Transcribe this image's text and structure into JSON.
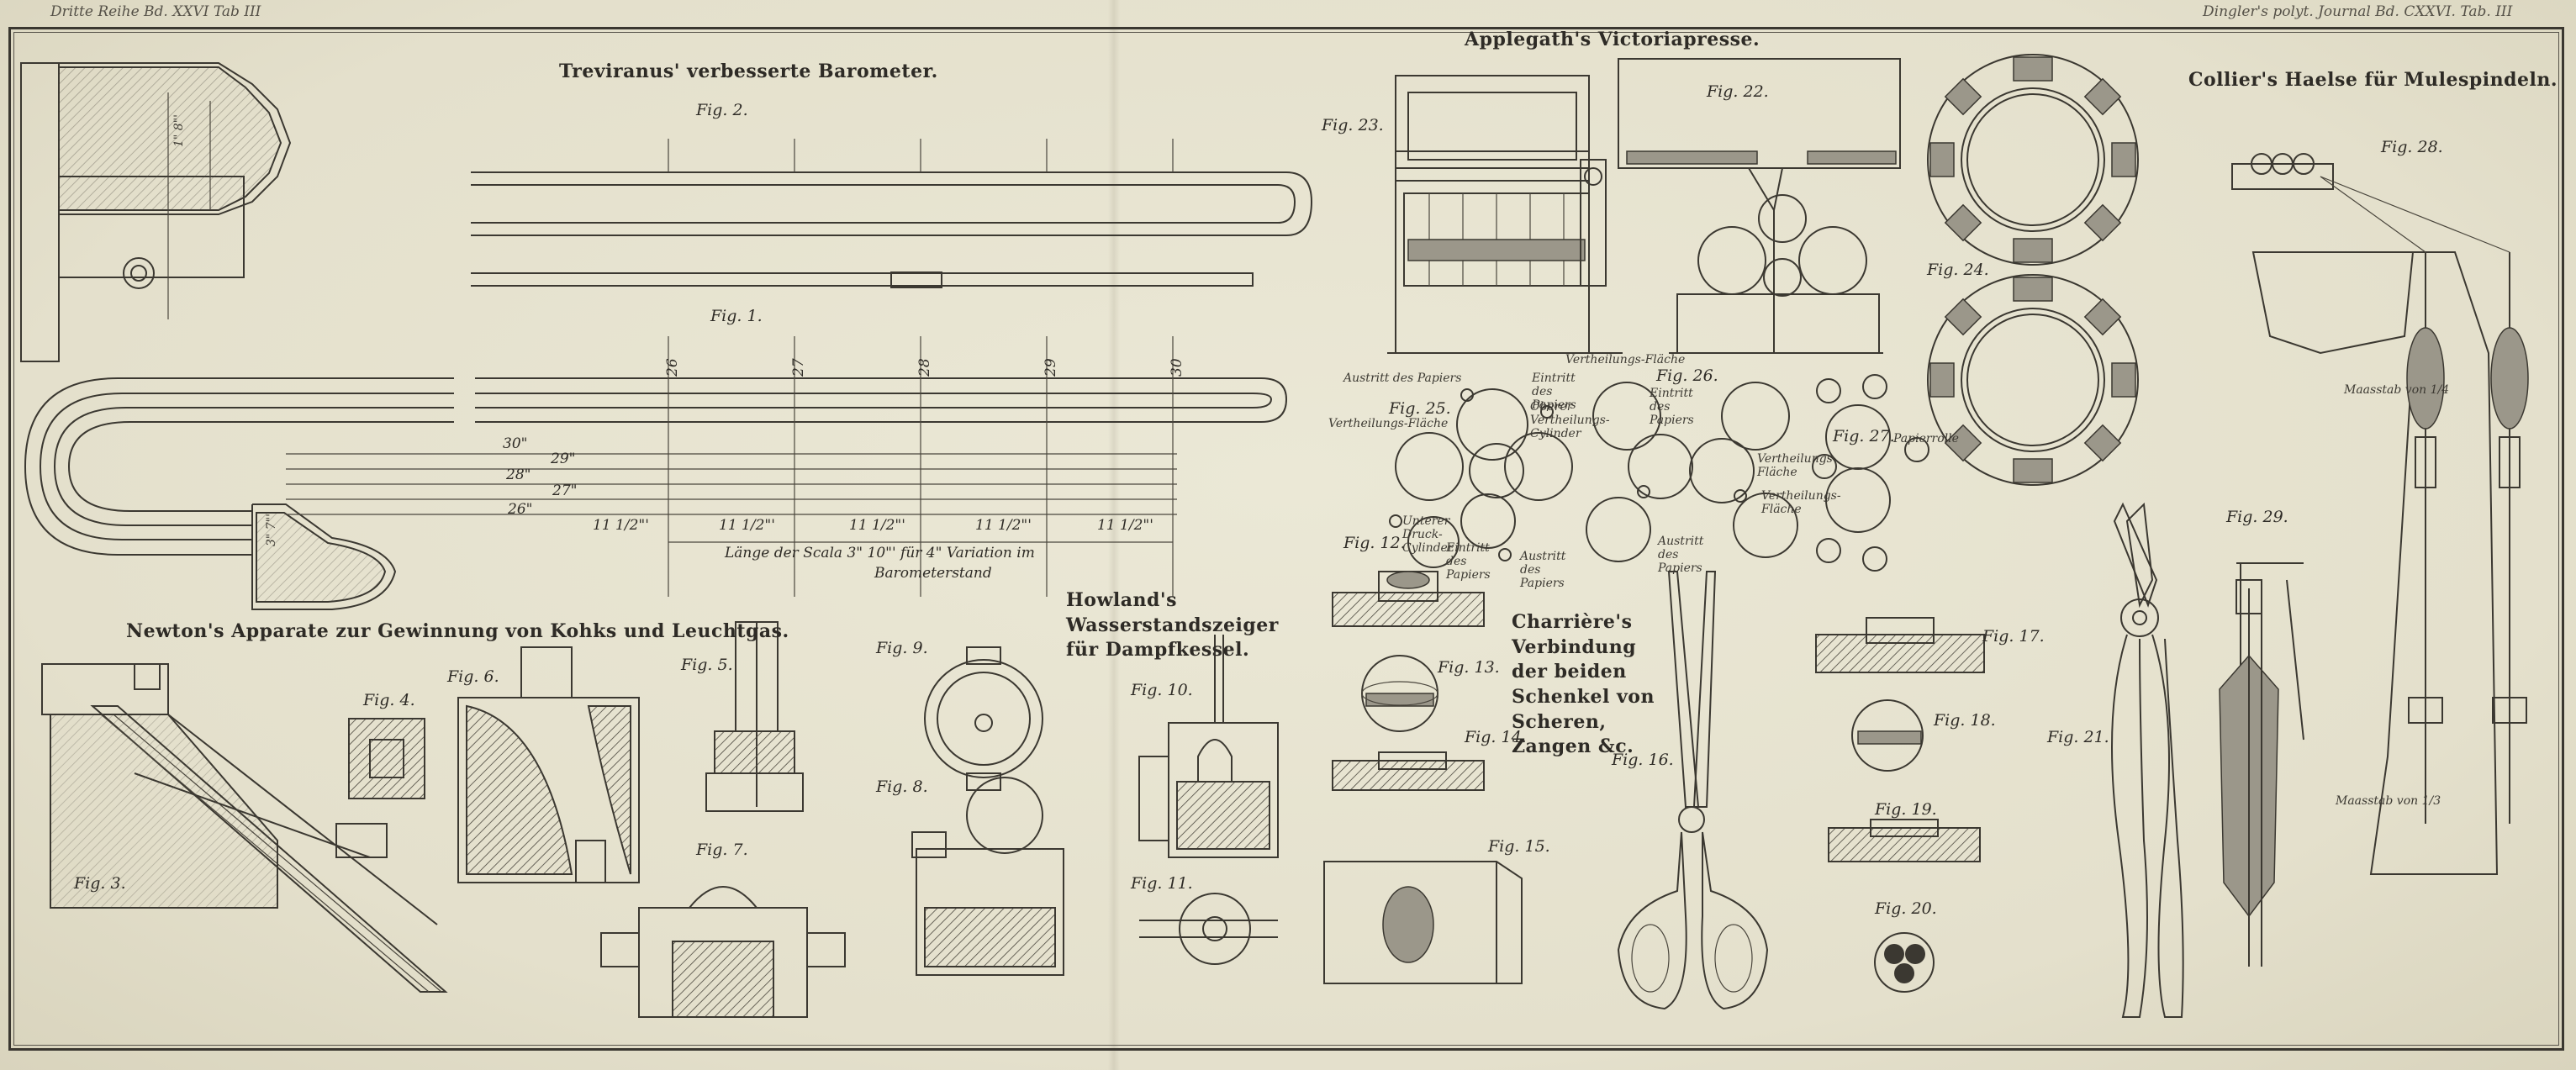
{
  "plate": {
    "header_left": "Dritte Reihe Bd. XXVI Tab III",
    "header_right": "Dingler's polyt. Journal Bd. CXXVI. Tab. III"
  },
  "titles": {
    "treviranus": "Treviranus' verbesserte Barometer.",
    "applegath": "Applegath's Victoriapresse.",
    "collier": "Collier's Haelse für Mulespindeln.",
    "newton": "Newton's Apparate zur Gewinnung von Kohks und Leuchtgas.",
    "howland": "Howland's Wasserstandszeiger für Dampfkessel.",
    "charriere": "Charrière's Verbindung der beiden Schenkel von Scheren, Zangen &c."
  },
  "figures": {
    "fig1": "Fig. 1.",
    "fig2": "Fig. 2.",
    "fig3": "Fig. 3.",
    "fig4": "Fig. 4.",
    "fig5": "Fig. 5.",
    "fig6": "Fig. 6.",
    "fig7": "Fig. 7.",
    "fig8": "Fig. 8.",
    "fig9": "Fig. 9.",
    "fig10": "Fig. 10.",
    "fig11": "Fig. 11.",
    "fig12": "Fig. 12.",
    "fig13": "Fig. 13.",
    "fig14": "Fig. 14.",
    "fig15": "Fig. 15.",
    "fig16": "Fig. 16.",
    "fig17": "Fig. 17.",
    "fig18": "Fig. 18.",
    "fig19": "Fig. 19.",
    "fig20": "Fig. 20.",
    "fig21": "Fig. 21.",
    "fig22": "Fig. 22.",
    "fig23": "Fig. 23.",
    "fig24": "Fig. 24.",
    "fig25": "Fig. 25.",
    "fig26": "Fig. 26.",
    "fig27": "Fig. 27.",
    "fig28": "Fig. 28.",
    "fig29": "Fig. 29."
  },
  "barometer": {
    "scale_ticks": [
      "26",
      "27",
      "28",
      "29",
      "30"
    ],
    "inches": [
      "30\"",
      "29\"",
      "28\"",
      "27\"",
      "26\""
    ],
    "spans": [
      "11 1/2\"'",
      "11 1/2\"'",
      "11 1/2\"'",
      "11 1/2\"'",
      "11 1/2\"'"
    ],
    "scale_caption_1": "Länge der Scala 3\" 10\"' für 4\" Variation im",
    "scale_caption_2": "Barometerstand",
    "dim_left": "1\" 8\"'",
    "dim_vert": "3\" 7\"'"
  },
  "press_notes": {
    "austritt_papiers_1": "Austritt des Papiers",
    "eintritt_papiers_1": "Eintritt des Papiers",
    "vertheilungs_flache_1": "Vertheilungs-Fläche",
    "oberer_cylinder": "Oberer Vertheilungs-Cylinder",
    "unterer_cylinder": "Unterer Druck-Cylinder",
    "eintritt_papiers_2": "Eintritt des Papiers",
    "austritt_papiers_2": "Austritt des Papiers",
    "vertheilungs_flache_2": "Vertheilungs-Fläche",
    "eintritt_papiers_3": "Eintritt des Papiers",
    "vertheilungs_flache_3": "Vertheilungs-Fläche",
    "austritt_papiers_3": "Austritt des Papiers",
    "papierrolle": "Papierrolle",
    "vertheilungs_flache_4": "Vertheilungs-Fläche"
  },
  "collier_notes": {
    "massstab_1": "Maasstab von 1/4",
    "massstab_2": "Maasstab von 1/3"
  }
}
